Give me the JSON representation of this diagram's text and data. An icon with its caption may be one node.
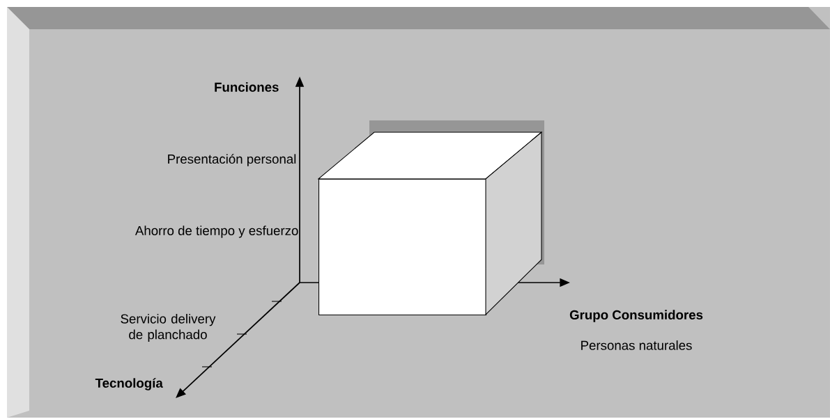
{
  "diagram": {
    "nodes": [
      {
        "text": [],
        "shape": "box"
      }
    ],
    "labels": [
      "Funciones",
      "Presentación personal",
      "Ahorro de tiempo y esfuerzo",
      "Servicio delivery de planchado",
      "Grupo Consumidores",
      "Personas naturales",
      "Tecnología"
    ]
  }
}
